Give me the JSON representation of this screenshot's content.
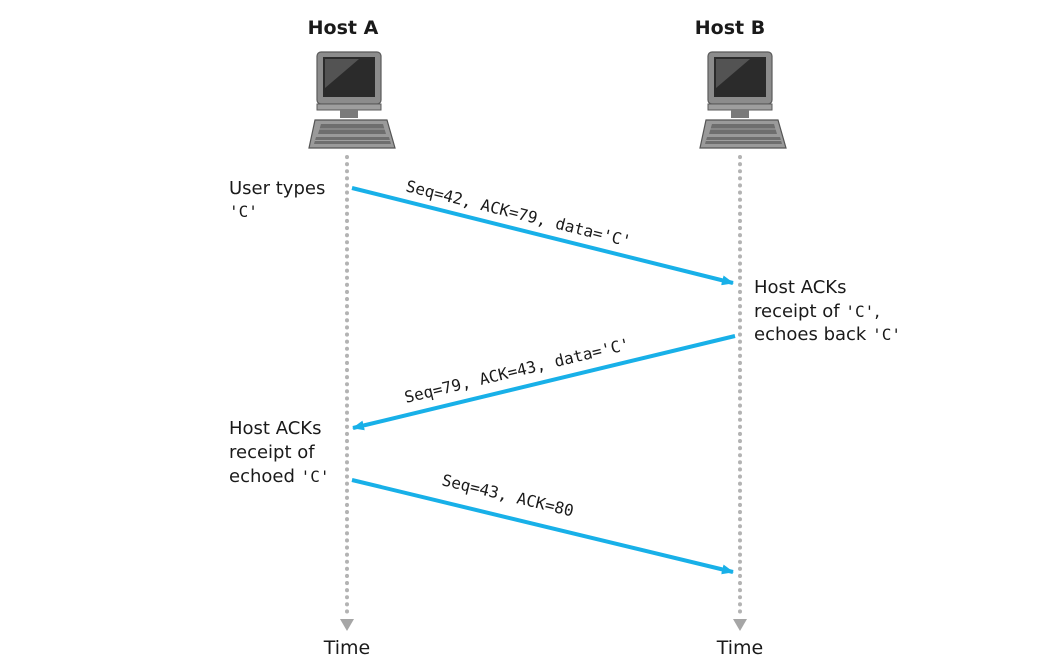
{
  "hosts": {
    "a": {
      "name": "Host A",
      "time_label": "Time"
    },
    "b": {
      "name": "Host B",
      "time_label": "Time"
    }
  },
  "notes": {
    "a1": {
      "line1": "User types",
      "line2_mono": "'C'"
    },
    "b1": {
      "line1": "Host ACKs",
      "line2_text": "receipt of ",
      "line2_mono": "'C'",
      "line2_tail": ",",
      "line3_text": "echoes back ",
      "line3_mono": "'C'"
    },
    "a2": {
      "line1": "Host ACKs",
      "line2": "receipt of",
      "line3_text": "echoed ",
      "line3_mono": "'C'"
    }
  },
  "messages": [
    {
      "label": "Seq=42, ACK=79, data='C'",
      "from": "Host A",
      "to": "Host B"
    },
    {
      "label": "Seq=79, ACK=43, data='C'",
      "from": "Host B",
      "to": "Host A"
    },
    {
      "label": "Seq=43, ACK=80",
      "from": "Host A",
      "to": "Host B"
    }
  ],
  "colors": {
    "arrow": "#18b0e8",
    "timeline": "#b3b3b3",
    "text": "#1a1a1a"
  },
  "icons": {
    "host": "desktop-computer-icon"
  }
}
